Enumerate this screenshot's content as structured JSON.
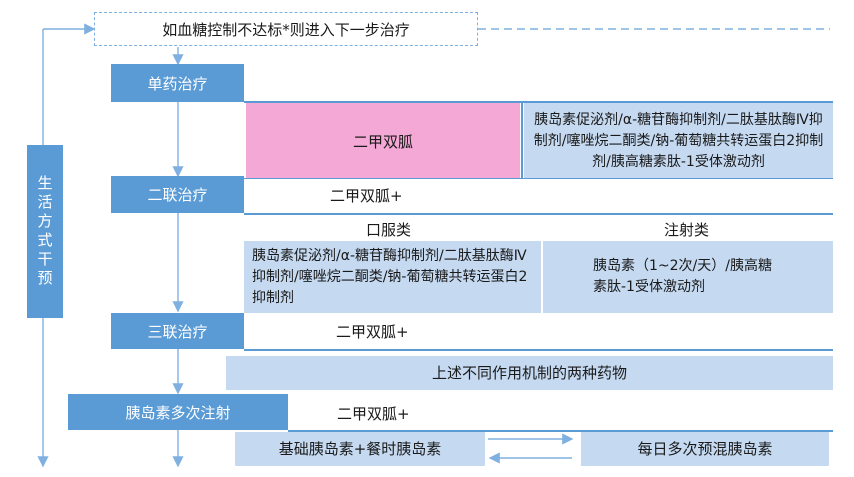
{
  "top_banner": "如血糖控制不达标*则进入下一步治疗",
  "lifestyle": "生活方式干预",
  "steps": {
    "mono": "单药治疗",
    "dual": "二联治疗",
    "triple": "三联治疗",
    "insulin": "胰岛素多次注射"
  },
  "mono": {
    "primary": "二甲双胍",
    "alternatives": "胰岛素促泌剂/α-糖苷酶抑制剂/二肽基肽酶Ⅳ抑制剂/噻唑烷二酮类/钠-葡萄糖共转运蛋白2抑制剂/胰高糖素肽-1受体激动剂"
  },
  "dual": {
    "base": "二甲双胍+",
    "oral_header": "口服类",
    "injection_header": "注射类",
    "oral_drugs": "胰岛素促泌剂/α-糖苷酶抑制剂/二肽基肽酶Ⅳ抑制剂/噻唑烷二酮类/钠-葡萄糖共转运蛋白2抑制剂",
    "injection_drugs": "胰岛素（1~2次/天）/胰高糖素肽-1受体激动剂"
  },
  "triple": {
    "base": "二甲双胍+",
    "combo": "上述不同作用机制的两种药物"
  },
  "insulin": {
    "base": "二甲双胍+",
    "option_a": "基础胰岛素+餐时胰岛素",
    "option_b": "每日多次预混胰岛素"
  },
  "colors": {
    "accent": "#5b9bd5",
    "light": "#c5d9f1",
    "pink": "#f4a8d6"
  }
}
